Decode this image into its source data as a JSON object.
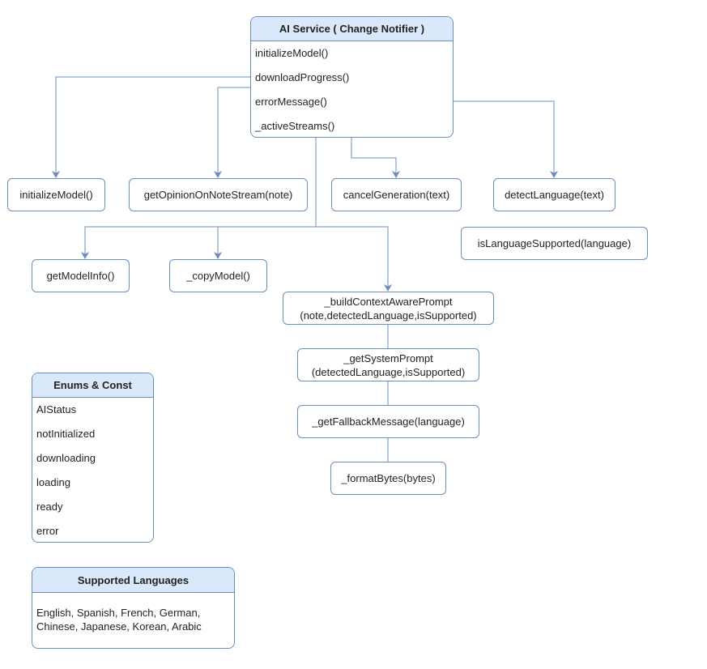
{
  "ai_service": {
    "title": "AI Service ( Change Notifier )",
    "members": [
      "initializeModel()",
      "downloadProgress()",
      "errorMessage()",
      "_activeStreams()"
    ]
  },
  "methods": {
    "initialize_model": "initializeModel()",
    "get_opinion": "getOpinionOnNoteStream(note)",
    "cancel_generation": "cancelGeneration(text)",
    "detect_language": "detectLanguage(text)",
    "is_language_supported": "isLanguageSupported(language)",
    "get_model_info": "getModelInfo()",
    "copy_model": "_copyModel()",
    "build_prompt_line1": "_buildContextAwarePrompt",
    "build_prompt_line2": "(note,detectedLanguage,isSupported)",
    "system_prompt_line1": "_getSystemPrompt",
    "system_prompt_line2": "(detectedLanguage,isSupported)",
    "fallback_message": "_getFallbackMessage(language)",
    "format_bytes": "_formatBytes(bytes)"
  },
  "enums": {
    "title": "Enums & Const",
    "items": [
      "AIStatus",
      "notInitialized",
      "downloading",
      "loading",
      "ready",
      "error"
    ]
  },
  "languages": {
    "title": "Supported Languages",
    "line1": "English, Spanish, French, German,",
    "line2": "Chinese, Japanese, Korean, Arabic"
  },
  "colors": {
    "stroke": "#6c8ebf",
    "header_fill": "#dae8fc"
  }
}
